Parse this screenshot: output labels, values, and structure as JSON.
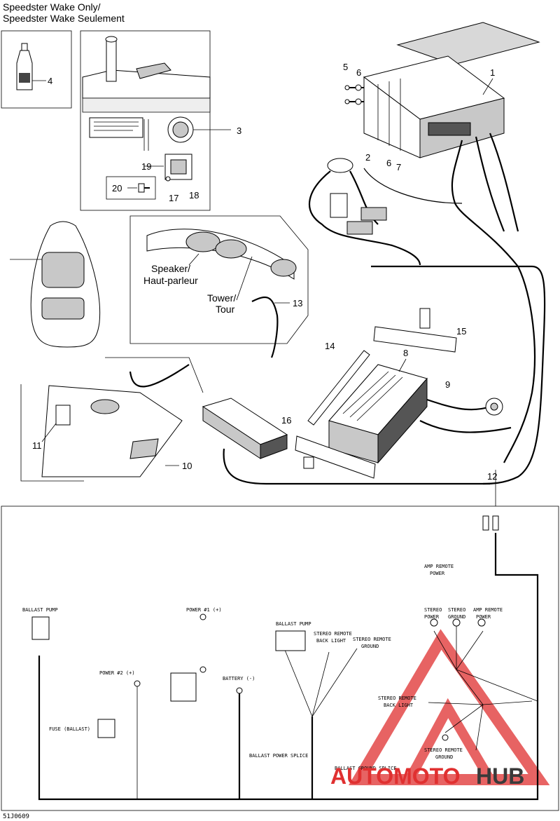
{
  "title": {
    "line1": "Speedster Wake Only/",
    "line2": "Speedster Wake Seulement"
  },
  "callouts": {
    "c1": "1",
    "c2": "2",
    "c3": "3",
    "c4": "4",
    "c5": "5",
    "c6": "6",
    "c6b": "6",
    "c7": "7",
    "c8": "8",
    "c9": "9",
    "c10": "10",
    "c11": "11",
    "c12": "12",
    "c13": "13",
    "c14": "14",
    "c15": "15",
    "c16": "16",
    "c17": "17",
    "c18": "18",
    "c19": "19",
    "c20": "20"
  },
  "labels": {
    "speaker_1": "Speaker/",
    "speaker_2": "Haut-parleur",
    "tower_1": "Tower/",
    "tower_2": "Tour"
  },
  "wiring": {
    "ballast_pump_left": "BALLAST PUMP",
    "power1": "POWER #1 (+)",
    "power2": "POWER #2 (+)",
    "battery": "BATTERY (-)",
    "fuse": "FUSE (BALLAST)",
    "ballast_pump_mid": "BALLAST PUMP",
    "stereo_remote_back_light_1": "STEREO REMOTE",
    "stereo_remote_back_light_2": "BACK LIGHT",
    "stereo_remote_ground_1": "STEREO REMOTE",
    "stereo_remote_ground_2": "GROUND",
    "amp_remote_power_top_1": "AMP REMOTE",
    "amp_remote_power_top_2": "POWER",
    "stereo_power_1": "STEREO",
    "stereo_power_2": "POWER",
    "stereo_ground_1": "STEREO",
    "stereo_ground_2": "GROUND",
    "amp_remote_power_1": "AMP REMOTE",
    "amp_remote_power_2": "POWER",
    "stereo_remote_back_light_r1": "STEREO REMOTE",
    "stereo_remote_back_light_r2": "BACK LIGHT",
    "stereo_remote_ground_r1": "STEREO REMOTE",
    "stereo_remote_ground_r2": "GROUND",
    "ballast_power_splice": "BALLAST POWER SPLICE",
    "ballast_ground_splice": "BALLAST GROUND SPLICE"
  },
  "figure_code": "51J0609",
  "watermark": {
    "part1": "AUTOMOTO",
    "part2": "HUB",
    "color_main": "#e03030",
    "color_dark": "#3a3a3a"
  }
}
